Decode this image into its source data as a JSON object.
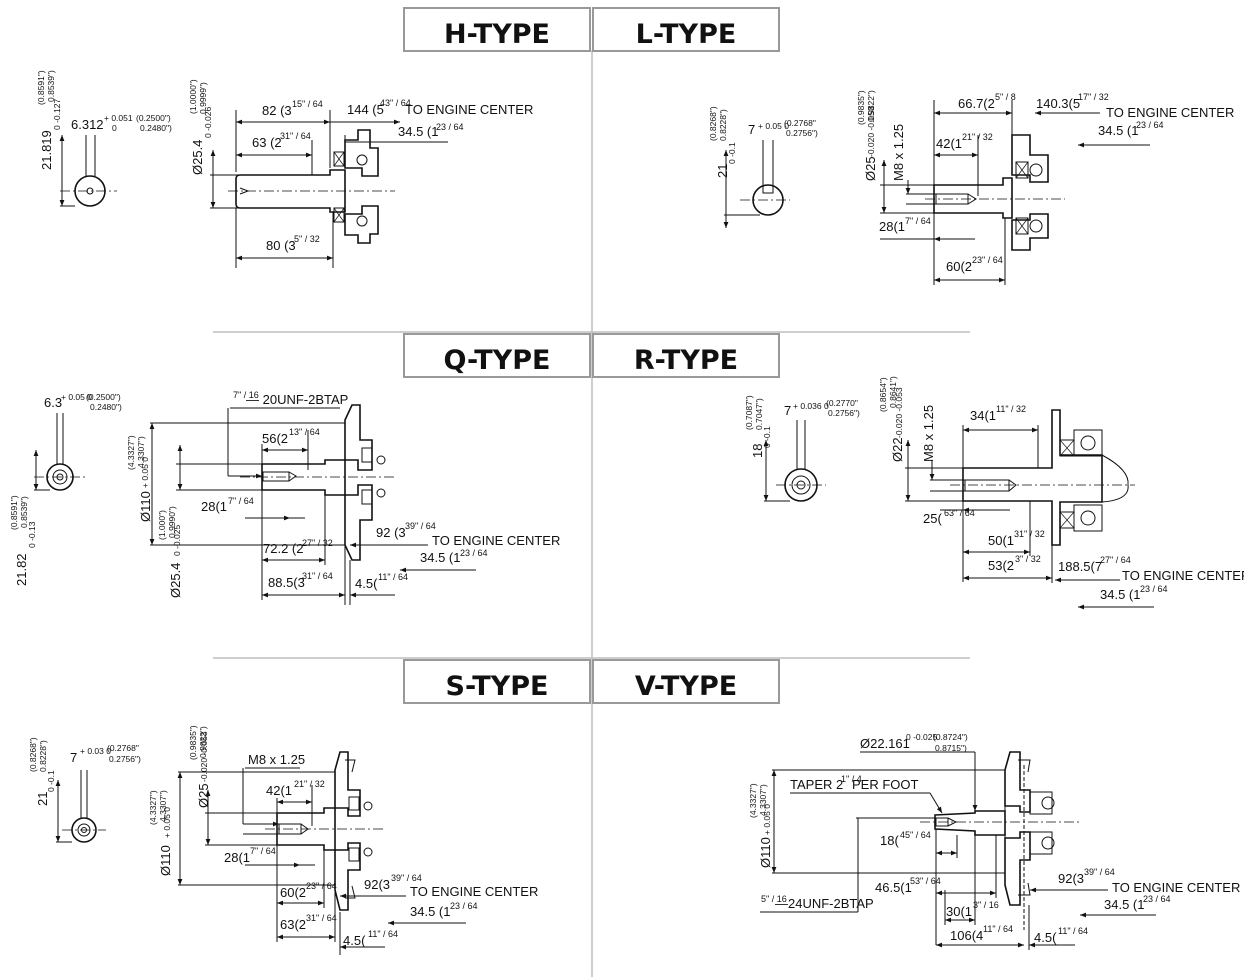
{
  "panels": {
    "h": {
      "title": "H-TYPE",
      "key_width": "6.312",
      "key_width_tol_plus": "+ 0.051",
      "key_width_tol_minus": "0",
      "key_width_in": "(0.2500\")",
      "key_width_in2": "0.2480\")",
      "keyway_depth": "21.819",
      "keyway_depth_tol": "0 -0.127",
      "keyway_depth_in": "(0.8591\")",
      "keyway_depth_in2": "0.8539\")",
      "shaft_dia": "Ø25.4",
      "shaft_dia_tol": "0 -0.026",
      "shaft_dia_in": "(1.0000\")",
      "shaft_dia_in2": "0.9999\")",
      "dim_82": "82 (3",
      "dim_82_frac": "15\" / 64",
      "dim_144": "144 (5",
      "dim_144_frac": "43\" / 64",
      "to_center": "TO ENGINE CENTER",
      "dim_345": "34.5 (1",
      "dim_345_frac": "23 / 64",
      "dim_63": "63 (2",
      "dim_63_frac": "31\" / 64",
      "dim_80": "80 (3",
      "dim_80_frac": "5\" / 32"
    },
    "l": {
      "title": "L-TYPE",
      "key_width": "7",
      "key_width_tol": "+ 0.05 0",
      "key_width_in": "(0.2768\"",
      "key_width_in2": "0.2756\")",
      "keyway_depth": "21",
      "keyway_depth_tol": "0 -0.1",
      "keyway_depth_in": "(0.8268\")",
      "keyway_depth_in2": "0.8228\")",
      "shaft_dia": "Ø25",
      "shaft_dia_tol": "-0.020 -0.053",
      "shaft_dia_in": "(0.9835\")",
      "shaft_dia_in2": "0.9822\")",
      "thread": "M8 x 1.25",
      "dim_667": "66.7(2",
      "dim_667_frac": "5\" / 8",
      "dim_1403": "140.3(5",
      "dim_1403_frac": "17\" / 32",
      "to_center": "TO ENGINE CENTER",
      "dim_345": "34.5 (1",
      "dim_345_frac": "23 / 64",
      "dim_42": "42(1",
      "dim_42_frac": "21\" / 32",
      "dim_28": "28(1",
      "dim_28_frac": "7\" / 64",
      "dim_60": "60(2",
      "dim_60_frac": "23\" / 64"
    },
    "q": {
      "title": "Q-TYPE",
      "key_width": "6.3",
      "key_width_tol": "+ 0.05 0",
      "key_width_in": "(0.2500\")",
      "key_width_in2": "0.2480\")",
      "keyway_depth": "21.82",
      "keyway_depth_tol": "0 -0.13",
      "keyway_depth_in": "(0.8591\")",
      "keyway_depth_in2": "0.8539\")",
      "tap_frac": "7\" / 16",
      "tap": "— 20UNF-2BTAP",
      "pilot_dia": "Ø110",
      "pilot_tol": "+ 0.05 0",
      "pilot_in": "(4.3327\")",
      "pilot_in2": "4.3307\")",
      "shaft_dia": "Ø25.4",
      "shaft_dia_tol": "0 -0.025",
      "shaft_dia_in": "(1.000\")",
      "shaft_dia_in2": "0.9990\")",
      "dim_56": "56(2",
      "dim_56_frac": "13\" / 64",
      "dim_28": "28(1",
      "dim_28_frac": "7\" / 64",
      "dim_722": "72.2 (2",
      "dim_722_frac": "27\" / 32",
      "dim_885": "88.5(3",
      "dim_885_frac": "31\" / 64",
      "dim_92": "92 (3",
      "dim_92_frac": "39\" / 64",
      "to_center": "TO ENGINE CENTER",
      "dim_345": "34.5 (1",
      "dim_345_frac": "23 / 64",
      "dim_45": "4.5(",
      "dim_45_frac": "11\" / 64"
    },
    "r": {
      "title": "R-TYPE",
      "key_width": "7",
      "key_width_tol": "+ 0.036 0",
      "key_width_in": "(0.2770\"",
      "key_width_in2": "0.2756\")",
      "keyway_depth": "18",
      "keyway_depth_tol": "0 -0.1",
      "keyway_depth_in": "(0.7087\")",
      "keyway_depth_in2": "0.7047\")",
      "shaft_dia": "Ø22",
      "shaft_dia_tol": "-0.020 -0.053",
      "shaft_dia_in": "(0.8654\")",
      "shaft_dia_in2": "0.8641\")",
      "thread": "M8 x 1.25",
      "dim_34": "34(1",
      "dim_34_frac": "11\" / 32",
      "dim_25": "25(",
      "dim_25_frac": "63\" / 64",
      "dim_50": "50(1",
      "dim_50_frac": "31\" / 32",
      "dim_53": "53(2",
      "dim_53_frac": "3\" / 32",
      "dim_1885": "188.5(7",
      "dim_1885_frac": "27\" / 64",
      "to_center": "TO ENGINE CENTER",
      "dim_345": "34.5 (1",
      "dim_345_frac": "23 / 64"
    },
    "s": {
      "title": "S-TYPE",
      "key_width": "7",
      "key_width_tol": "+ 0.03 0",
      "key_width_in": "(0.2768\"",
      "key_width_in2": "0.2756\")",
      "keyway_depth": "21",
      "keyway_depth_tol": "0 -0.1",
      "keyway_depth_in": "(0.8268\")",
      "keyway_depth_in2": "0.8228\")",
      "shaft_dia": "Ø25",
      "shaft_dia_tol": "-0.020 -0.053",
      "shaft_dia_in": "(0.9835\")",
      "shaft_dia_in2": "0.9822\")",
      "pilot_dia": "Ø110",
      "pilot_tol": "+ 0.05 0",
      "pilot_in": "(4.3327\")",
      "pilot_in2": "4.3307\")",
      "thread": "M8 x 1.25",
      "dim_42": "42(1",
      "dim_42_frac": "21\" / 32",
      "dim_28": "28(1",
      "dim_28_frac": "7\" / 64",
      "dim_60": "60(2",
      "dim_60_frac": "23\" / 64",
      "dim_92": "92(3",
      "dim_92_frac": "39\" / 64",
      "to_center": "TO ENGINE CENTER",
      "dim_345": "34.5 (1",
      "dim_345_frac": "23 / 64",
      "dim_63": "63(2",
      "dim_63_frac": "31\" / 64",
      "dim_45": "4.5(",
      "dim_45_frac": "11\" / 64"
    },
    "v": {
      "title": "V-TYPE",
      "shaft_dia": "Ø22.161",
      "shaft_dia_tol": "0 -0.025",
      "shaft_dia_in": "(0.8724\")",
      "shaft_dia_in2": "0.8715\")",
      "taper": "TAPER 2",
      "taper_frac": "1\" / 4",
      "taper2": "PER FOOT",
      "pilot_dia": "Ø110",
      "pilot_tol": "+ 0.05 0",
      "pilot_in": "(4.3327\")",
      "pilot_in2": "4.3307\")",
      "dim_18": "18(",
      "dim_18_frac": "45\" / 64",
      "dim_465": "46.5(1",
      "dim_465_frac": "53\" / 64",
      "dim_30": "30(1",
      "dim_30_frac": "3\" / 16",
      "dim_106": "106(4",
      "dim_106_frac": "11\" / 64",
      "dim_92": "92(3",
      "dim_92_frac": "39\" / 64",
      "to_center": "TO ENGINE CENTER",
      "dim_345": "34.5 (1",
      "dim_345_frac": "23 / 64",
      "dim_45": "4.5(",
      "dim_45_frac": "11\" / 64",
      "tap_frac": "5\" / 16",
      "tap": "—24UNF-2BTAP"
    }
  }
}
